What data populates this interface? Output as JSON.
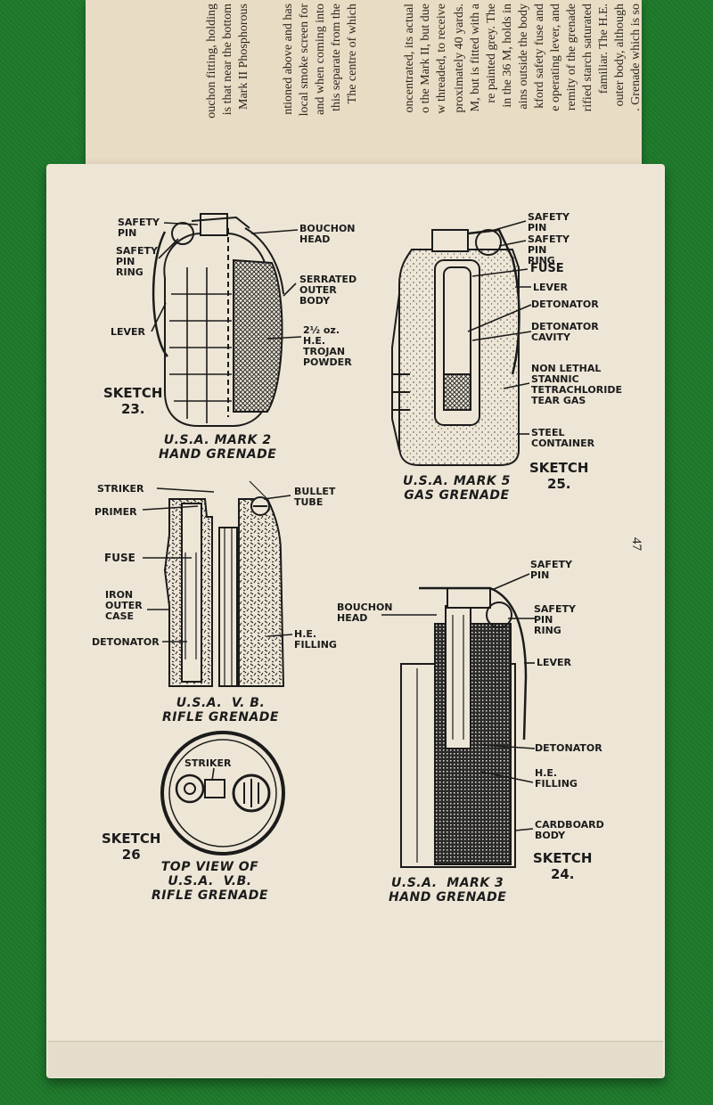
{
  "back_page": {
    "lines": [
      "Mark II Phosphorous",
      "is that near the bottom",
      "ouchon fitting, holding",
      "The centre of which",
      "this separate from the",
      "and when coming into",
      "local smoke screen for",
      "ntioned above and has",
      "w threaded, to receive",
      "o the Mark II, but due",
      "oncentrated, its actual",
      ". Grenade which is so",
      "outer body, although",
      "familiar. The H.E.",
      "rified starch saturated",
      "remity of the grenade",
      "e operating lever, and",
      "kford safety fuse and",
      "ains outside the body",
      "in the 36 M, holds in",
      "re painted grey. The",
      "M, but is fitted with a",
      "proximately 40 yards."
    ]
  },
  "page_number": "47",
  "sketch23": {
    "labels": {
      "safety_pin": "SAFETY\nPIN",
      "safety_pin_ring": "SAFETY\nPIN\nRING",
      "lever": "LEVER",
      "bouchon_head": "BOUCHON\nHEAD",
      "serrated_outer_body": "SERRATED\nOUTER\nBODY",
      "trojan_powder": "2½ oz.\nH.E.\nTROJAN\nPOWDER"
    },
    "sketch_label": "SKETCH\n23.",
    "caption": "U.S.A. MARK 2\nHAND GRENADE"
  },
  "sketch25": {
    "labels": {
      "safety_pin": "SAFETY\nPIN",
      "safety_pin_ring": "SAFETY\nPIN\nRING",
      "fuse": "FUSE",
      "lever": "LEVER",
      "detonator": "DETONATOR",
      "detonator_cavity": "DETONATOR\nCAVITY",
      "tear_gas": "NON LETHAL\nSTANNIC\nTETRACHLORIDE\nTEAR GAS",
      "steel_container": "STEEL\nCONTAINER"
    },
    "sketch_label": "SKETCH\n25.",
    "caption": "U.S.A. MARK 5\nGAS GRENADE"
  },
  "sketch_vb": {
    "labels": {
      "striker": "STRIKER",
      "primer": "PRIMER",
      "fuse": "FUSE",
      "iron_outer_case": "IRON\nOUTER\nCASE",
      "detonator": "DETONATOR",
      "bullet_tube": "BULLET\nTUBE",
      "he_filling": "H.E.\nFILLING"
    },
    "caption": "U.S.A.  V. B.\nRIFLE GRENADE"
  },
  "sketch26": {
    "labels": {
      "striker": "STRIKER"
    },
    "sketch_label": "SKETCH\n26",
    "caption": "TOP VIEW OF\nU.S.A.  V.B.\nRIFLE GRENADE"
  },
  "sketch24": {
    "labels": {
      "safety_pin": "SAFETY\nPIN",
      "safety_pin_ring": "SAFETY\nPIN\nRING",
      "lever": "LEVER",
      "bouchon_head": "BOUCHON\nHEAD",
      "detonator": "DETONATOR",
      "he_filling": "H.E.\nFILLING",
      "cardboard_body": "CARDBOARD\nBODY"
    },
    "sketch_label": "SKETCH\n24.",
    "caption": "U.S.A.  MARK 3\nHAND GRENADE"
  },
  "colors": {
    "felt": "#1e7a2b",
    "paper": "#ede6d6",
    "ink": "#1b1b1b"
  }
}
